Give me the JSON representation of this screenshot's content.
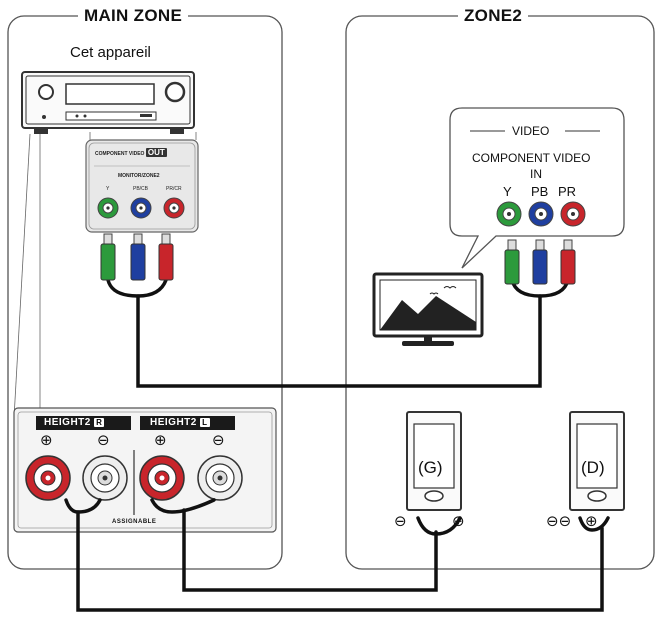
{
  "main_zone": {
    "title": "MAIN ZONE",
    "device_label": "Cet appareil"
  },
  "zone2": {
    "title": "ZONE2"
  },
  "receiver_panel": {
    "title": "COMPONENT VIDEO",
    "title_badge": "OUT",
    "subtitle": "MONITOR/ZONE2",
    "jacks": [
      "Y",
      "PB/CB",
      "PR/CR"
    ]
  },
  "tv_callout": {
    "section": "VIDEO",
    "line1": "COMPONENT VIDEO",
    "line2": "IN",
    "jacks": [
      "Y",
      "PB",
      "PR"
    ]
  },
  "speaker_panel": {
    "left_block": {
      "prefix": "HEIGHT2",
      "badge": "R"
    },
    "right_block": {
      "prefix": "HEIGHT2",
      "badge": "L"
    },
    "footer": "ASSIGNABLE",
    "plus": "⊕",
    "minus": "⊖"
  },
  "speakers": [
    {
      "label": "(G)",
      "minus": "⊖",
      "plus": "⊕"
    },
    {
      "label": "(D)",
      "minus": "⊖⊖",
      "plus": "⊕"
    }
  ],
  "colors": {
    "green": "#2c9a3c",
    "blue": "#1f3fa0",
    "red": "#c8252b",
    "frame": "#555555",
    "cable": "#111111"
  }
}
